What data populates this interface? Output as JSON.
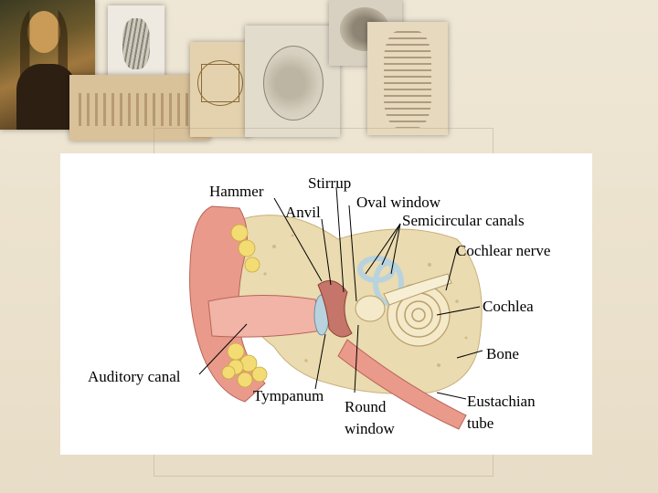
{
  "labels": {
    "hammer": "Hammer",
    "stirrup": "Stirrup",
    "oval_window": "Oval window",
    "anvil": "Anvil",
    "semicircular_canals": "Semicircular canals",
    "cochlear_nerve": "Cochlear nerve",
    "cochlea": "Cochlea",
    "bone": "Bone",
    "auditory_canal": "Auditory canal",
    "tympanum": "Tympanum",
    "round_window": "Round window",
    "eustachian_tube": "Eustachian tube"
  },
  "colors": {
    "background": "#ece3cf",
    "panel": "#ffffff",
    "skin": "#e99a8a",
    "bone": "#eadbb0",
    "fat": "#f2dc73",
    "cochlea": "#f4e9c8",
    "canal": "#b8d3de"
  }
}
